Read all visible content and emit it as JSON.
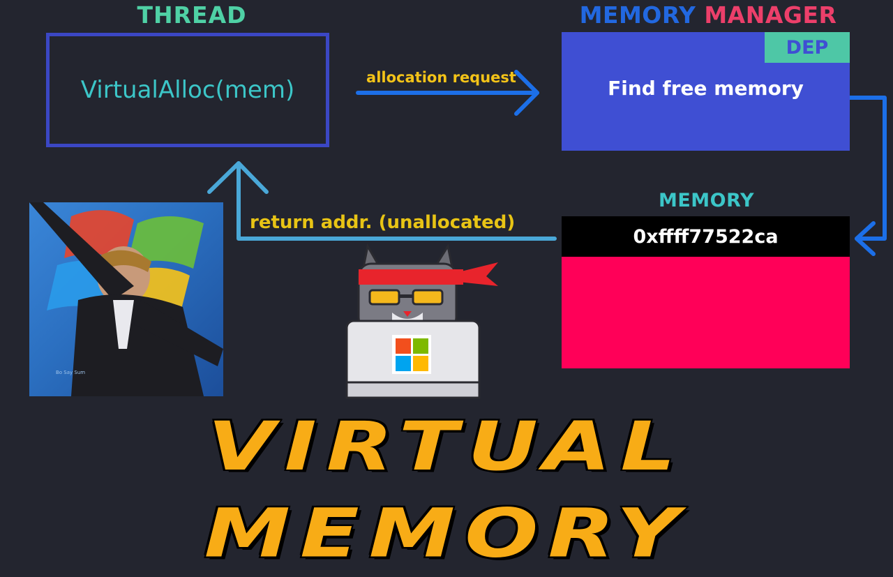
{
  "colors": {
    "background": "#23252f",
    "thread_label": "#4fd1a5",
    "thread_border": "#3b47c4",
    "thread_text": "#3cc6c8",
    "mm_memory_word": "#2268e0",
    "mm_manager_word": "#ec3f6a",
    "mm_box": "#3f4fd3",
    "dep_badge": "#4ec7a6",
    "memory_label": "#3cc6c8",
    "memory_block": "#ff0058",
    "arrow_blue": "#1c6fe8",
    "arrow_light": "#4aa8d8",
    "alloc_label": "#f3c318",
    "return_label": "#e8c415",
    "title": "#f8ac16"
  },
  "thread": {
    "label": "THREAD",
    "call": "VirtualAlloc(mem)"
  },
  "memory_manager": {
    "label_word1": "MEMORY",
    "label_word2": "MANAGER",
    "badge": "DEP",
    "action": "Find free memory"
  },
  "memory": {
    "label": "MEMORY",
    "address": "0xffff77522ca"
  },
  "arrows": {
    "request_label": "allocation request",
    "return_label": "return addr. (unallocated)"
  },
  "photo": {
    "caption": "Bo Say Sum"
  },
  "mascot": {
    "icon": "ninja-cat-laptop-icon"
  },
  "title": "VIRTUAL MEMORY"
}
